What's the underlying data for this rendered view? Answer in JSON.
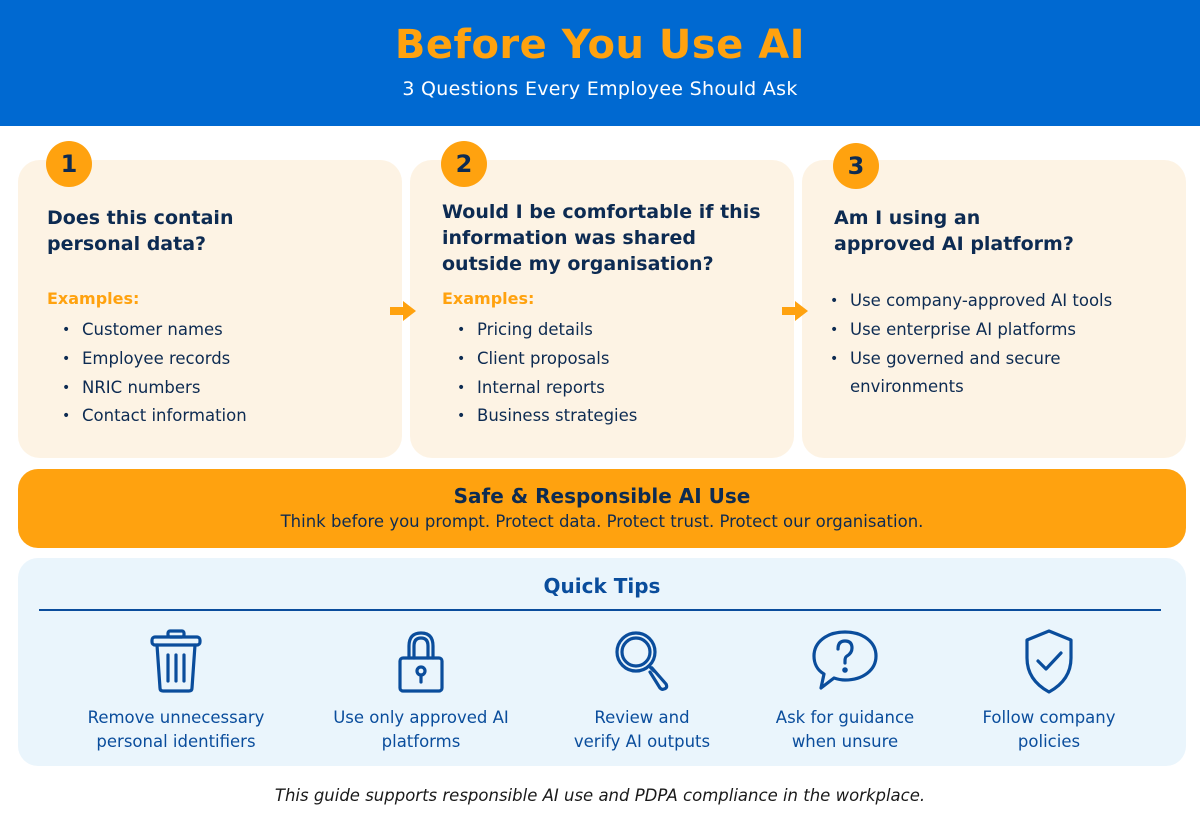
{
  "header": {
    "title": "Before You Use AI",
    "subtitle": "3 Questions Every Employee Should Ask"
  },
  "questions": [
    {
      "number": "1",
      "title": "Does this contain\npersonal data?",
      "examples_label": "Examples:",
      "items": [
        "Customer names",
        "Employee records",
        "NRIC numbers",
        "Contact information"
      ]
    },
    {
      "number": "2",
      "title": "Would I be comfortable if this\ninformation was shared\noutside my organisation?",
      "examples_label": "Examples:",
      "items": [
        "Pricing details",
        "Client proposals",
        "Internal reports",
        "Business strategies"
      ]
    },
    {
      "number": "3",
      "title": "Am I using an\napproved AI platform?",
      "items": [
        "Use company-approved AI tools",
        "Use enterprise AI platforms",
        "Use governed and secure",
        "environments"
      ]
    }
  ],
  "banner": {
    "title": "Safe & Responsible AI Use",
    "text": "Think before you prompt. Protect data. Protect trust. Protect our organisation."
  },
  "tips": {
    "title": "Quick Tips",
    "items": [
      {
        "icon": "trash-icon",
        "label": "Remove unnecessary\npersonal identifiers"
      },
      {
        "icon": "lock-icon",
        "label": "Use only approved AI\nplatforms"
      },
      {
        "icon": "magnifier-icon",
        "label": "Review and\nverify AI outputs"
      },
      {
        "icon": "question-bubble-icon",
        "label": "Ask for guidance\nwhen unsure"
      },
      {
        "icon": "shield-check-icon",
        "label": "Follow company\npolicies"
      }
    ]
  },
  "footer": {
    "text": "This guide supports responsible AI use and PDPA compliance in the workplace."
  },
  "colors": {
    "header_bg": "#0069d1",
    "accent_orange": "#ffa20f",
    "card_bg": "#fdf3e4",
    "tips_bg": "#eaf5fc",
    "navy": "#0d2b52",
    "tip_blue": "#0a4d9c"
  }
}
